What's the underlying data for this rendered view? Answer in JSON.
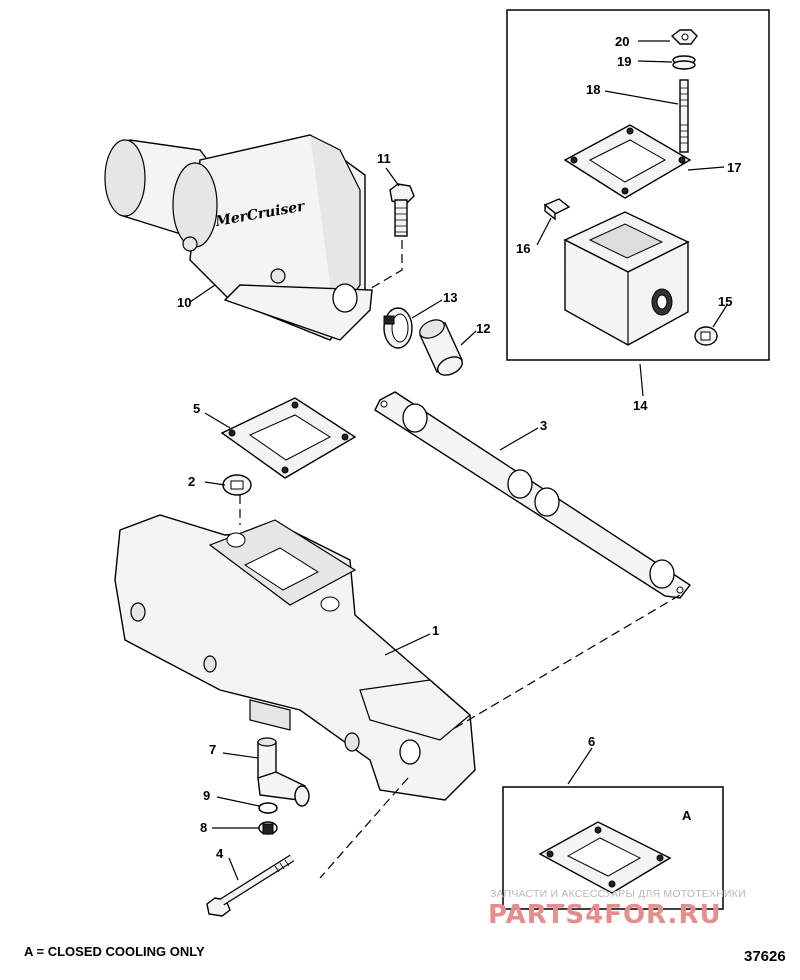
{
  "callouts": {
    "c1": "1",
    "c2": "2",
    "c3": "3",
    "c4": "4",
    "c5": "5",
    "c6": "6",
    "c7": "7",
    "c8": "8",
    "c9": "9",
    "c10": "10",
    "c11": "11",
    "c12": "12",
    "c13": "13",
    "c14": "14",
    "c15": "15",
    "c16": "16",
    "c17": "17",
    "c18": "18",
    "c19": "19",
    "c20": "20"
  },
  "inset_label": "A",
  "logo_text": "MerCruiser",
  "footer_note": "A = CLOSED COOLING ONLY",
  "figure_number": "37626",
  "watermark": {
    "tagline": "ЗАПЧАСТИ И АКСЕССУАРЫ ДЛЯ МОТОТЕХНИКИ",
    "brand": "PARTS4FOR.RU"
  }
}
